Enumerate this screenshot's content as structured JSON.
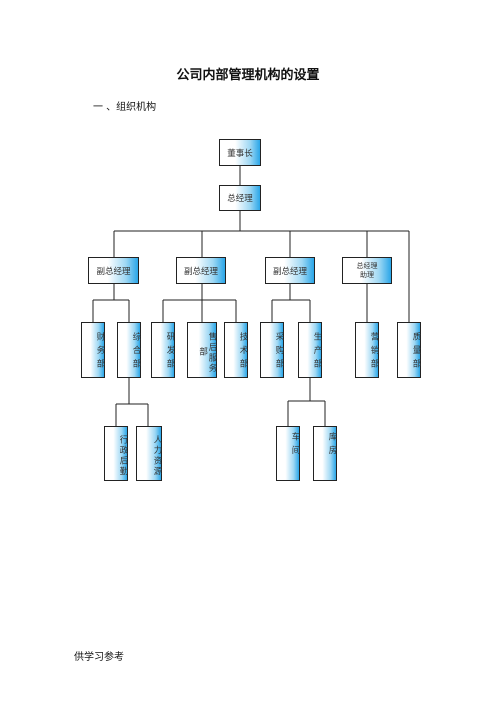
{
  "title": "公司内部管理机构的设置",
  "section_heading": "一 、组织机构",
  "org": {
    "chairman": "董事长",
    "general_manager": "总经理",
    "managers": [
      "副总经理",
      "副总经理",
      "副总经理"
    ],
    "assistant_line1": "总经理",
    "assistant_line2": "助理",
    "departments": {
      "finance": "财务部",
      "general_affairs": "综合部",
      "rnd": "研发部",
      "after_sales": "售后服务部",
      "technology": "技术部",
      "purchasing": "采购部",
      "production": "生产部",
      "marketing": "营销部",
      "quality": "质量部",
      "admin": "行政后勤",
      "hr": "人力资源",
      "workshop": "车间",
      "warehouse": "库房"
    }
  },
  "footer": "供学习参考"
}
